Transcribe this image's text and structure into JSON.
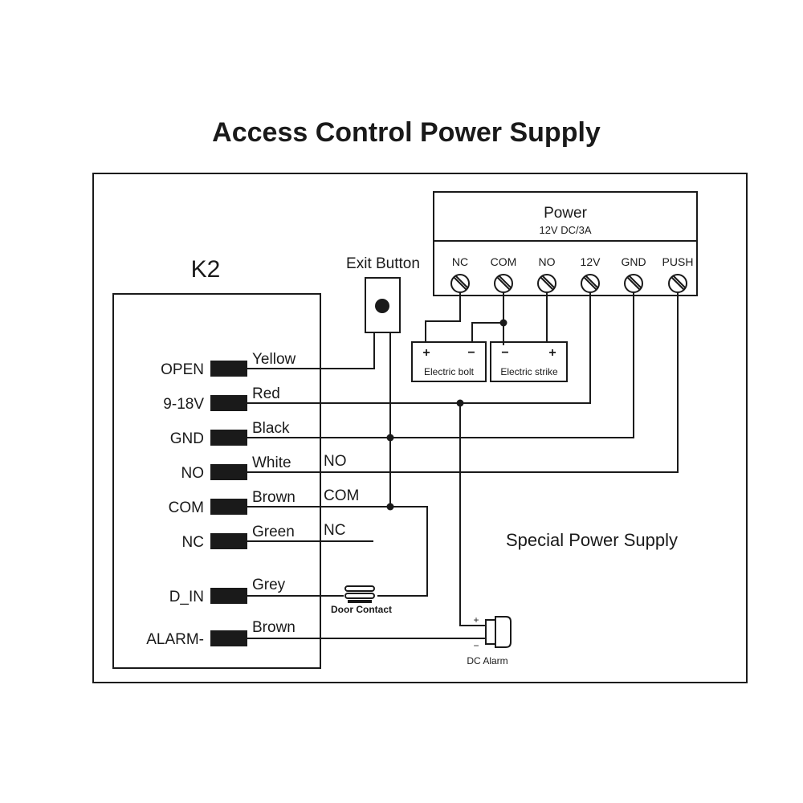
{
  "title": "Access Control Power Supply",
  "k2": {
    "label": "K2",
    "terminals": [
      {
        "name": "OPEN",
        "wire": "Yellow"
      },
      {
        "name": "9-18V",
        "wire": "Red"
      },
      {
        "name": "GND",
        "wire": "Black"
      },
      {
        "name": "NO",
        "wire": "White",
        "note": "NO"
      },
      {
        "name": "COM",
        "wire": "Brown",
        "note": "COM"
      },
      {
        "name": "NC",
        "wire": "Green",
        "note": "NC"
      },
      {
        "name": "D_IN",
        "wire": "Grey"
      },
      {
        "name": "ALARM-",
        "wire": "Brown"
      }
    ]
  },
  "exit_button": {
    "label": "Exit Button"
  },
  "power": {
    "title": "Power",
    "subtitle": "12V DC/3A",
    "terminals": [
      "NC",
      "COM",
      "NO",
      "12V",
      "GND",
      "PUSH"
    ]
  },
  "electric_bolt": {
    "label": "Electric bolt",
    "plus": "+",
    "minus": "−"
  },
  "electric_strike": {
    "label": "Electric strike",
    "plus": "+",
    "minus": "−"
  },
  "door_contact": {
    "label": "Door Contact"
  },
  "dc_alarm": {
    "label": "DC  Alarm",
    "plus": "+",
    "minus": "−"
  },
  "special_power_supply": "Special Power Supply",
  "colors": {
    "ink": "#1a1a1a",
    "background": "#ffffff"
  }
}
